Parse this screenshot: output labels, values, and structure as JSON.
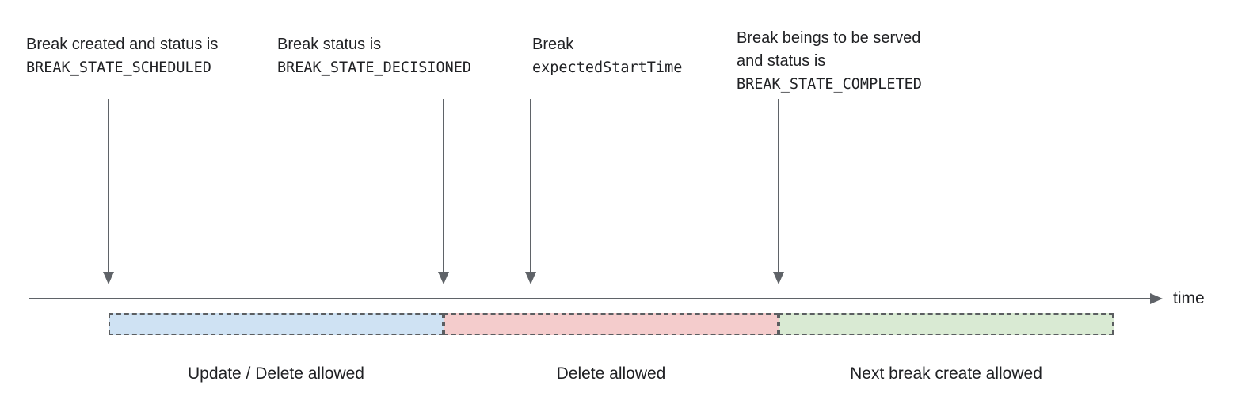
{
  "annotations": [
    {
      "line1": "Break created and status is",
      "code": "BREAK_STATE_SCHEDULED"
    },
    {
      "line1": "Break status is",
      "code": "BREAK_STATE_DECISIONED"
    },
    {
      "line1": "Break",
      "code": "expectedStartTime"
    },
    {
      "line1": "Break beings to be served",
      "line2": "and status is",
      "code": "BREAK_STATE_COMPLETED"
    }
  ],
  "timeline": {
    "axis_label": "time"
  },
  "segments": [
    {
      "label": "Update / Delete allowed",
      "color": "#cfe2f3"
    },
    {
      "label": "Delete allowed",
      "color": "#f4cccc"
    },
    {
      "label": "Next break create allowed",
      "color": "#d9ead3"
    }
  ],
  "colors": {
    "text": "#202124",
    "line_gray": "#5f6368",
    "dashed_border": "#5b5e61"
  }
}
